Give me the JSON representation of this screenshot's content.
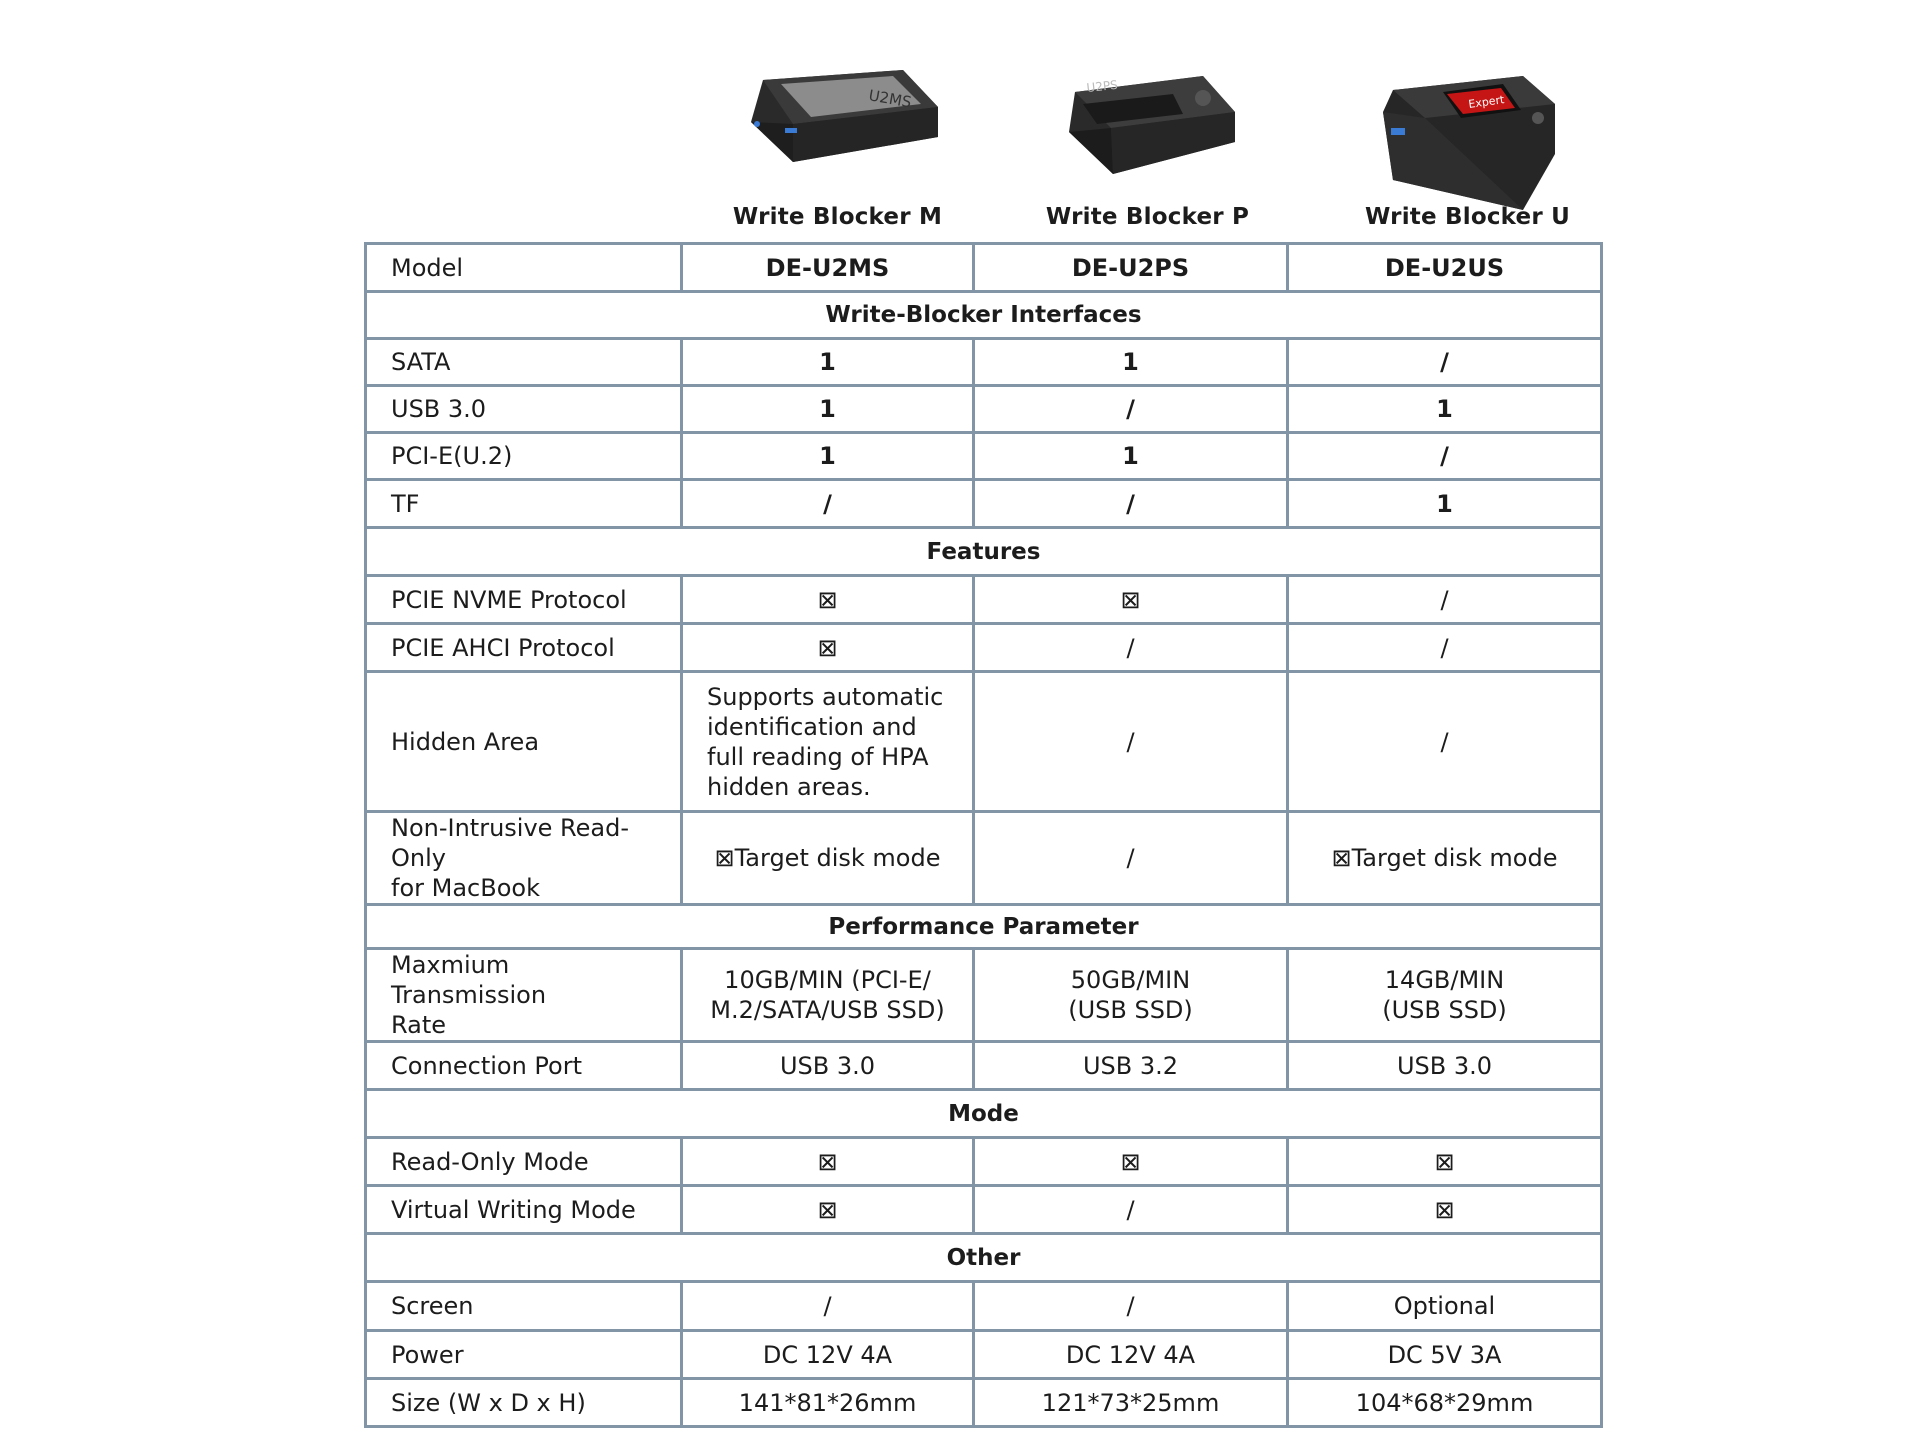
{
  "products": [
    {
      "name": "Write Blocker M",
      "device_label": "U2MS",
      "color": "#2b2b2b"
    },
    {
      "name": "Write Blocker P",
      "device_label": "U2PS",
      "color": "#2b2b2b"
    },
    {
      "name": "Write Blocker U",
      "device_label": "Expert",
      "color": "#2b2b2b"
    }
  ],
  "table": {
    "model": {
      "label": "Model",
      "values": [
        "DE-U2MS",
        "DE-U2PS",
        "DE-U2US"
      ]
    },
    "sections": {
      "interfaces": "Write-Blocker Interfaces",
      "features": "Features",
      "performance": "Performance Parameter",
      "mode": "Mode",
      "other": "Other"
    },
    "rows": {
      "sata": {
        "label": "SATA",
        "values": [
          "1",
          "1",
          "/"
        ]
      },
      "usb30": {
        "label": "USB 3.0",
        "values": [
          "1",
          "/",
          "1"
        ]
      },
      "pcie_u2": {
        "label": "PCI-E(U.2)",
        "values": [
          "1",
          "1",
          "/"
        ]
      },
      "tf": {
        "label": "TF",
        "values": [
          "/",
          "/",
          "1"
        ]
      },
      "nvme": {
        "label": "PCIE NVME Protocol",
        "values": [
          "⊠",
          "⊠",
          "/"
        ]
      },
      "ahci": {
        "label": "PCIE AHCI Protocol",
        "values": [
          "⊠",
          "/",
          "/"
        ]
      },
      "hidden": {
        "label": "Hidden Area",
        "values": [
          "Supports automatic identification and full reading of HPA hidden areas.",
          "/",
          "/"
        ]
      },
      "macbook": {
        "label_line1": "Non-Intrusive Read-Only",
        "label_line2": "for MacBook",
        "values": [
          "⊠Target disk mode",
          "/",
          "⊠Target disk mode"
        ]
      },
      "rate": {
        "label_line1": "Maxmium Transmission",
        "label_line2": "Rate",
        "values": [
          {
            "line1": "10GB/MIN (PCI-E/",
            "line2": "M.2/SATA/USB SSD)"
          },
          {
            "line1": "50GB/MIN",
            "line2": "(USB SSD)"
          },
          {
            "line1": "14GB/MIN",
            "line2": "(USB SSD)"
          }
        ]
      },
      "port": {
        "label": "Connection Port",
        "values": [
          "USB 3.0",
          "USB 3.2",
          "USB 3.0"
        ]
      },
      "readonly": {
        "label": "Read-Only Mode",
        "values": [
          "⊠",
          "⊠",
          "⊠"
        ]
      },
      "virtual": {
        "label": "Virtual Writing Mode",
        "values": [
          "⊠",
          "/",
          "⊠"
        ]
      },
      "screen": {
        "label": "Screen",
        "values": [
          "/",
          "/",
          "Optional"
        ]
      },
      "power": {
        "label": "Power",
        "values": [
          "DC 12V 4A",
          "DC 12V 4A",
          "DC 5V 3A"
        ]
      },
      "size": {
        "label": "Size (W x D x H)",
        "values": [
          "141*81*26mm",
          "121*73*25mm",
          "104*68*29mm"
        ]
      }
    }
  }
}
